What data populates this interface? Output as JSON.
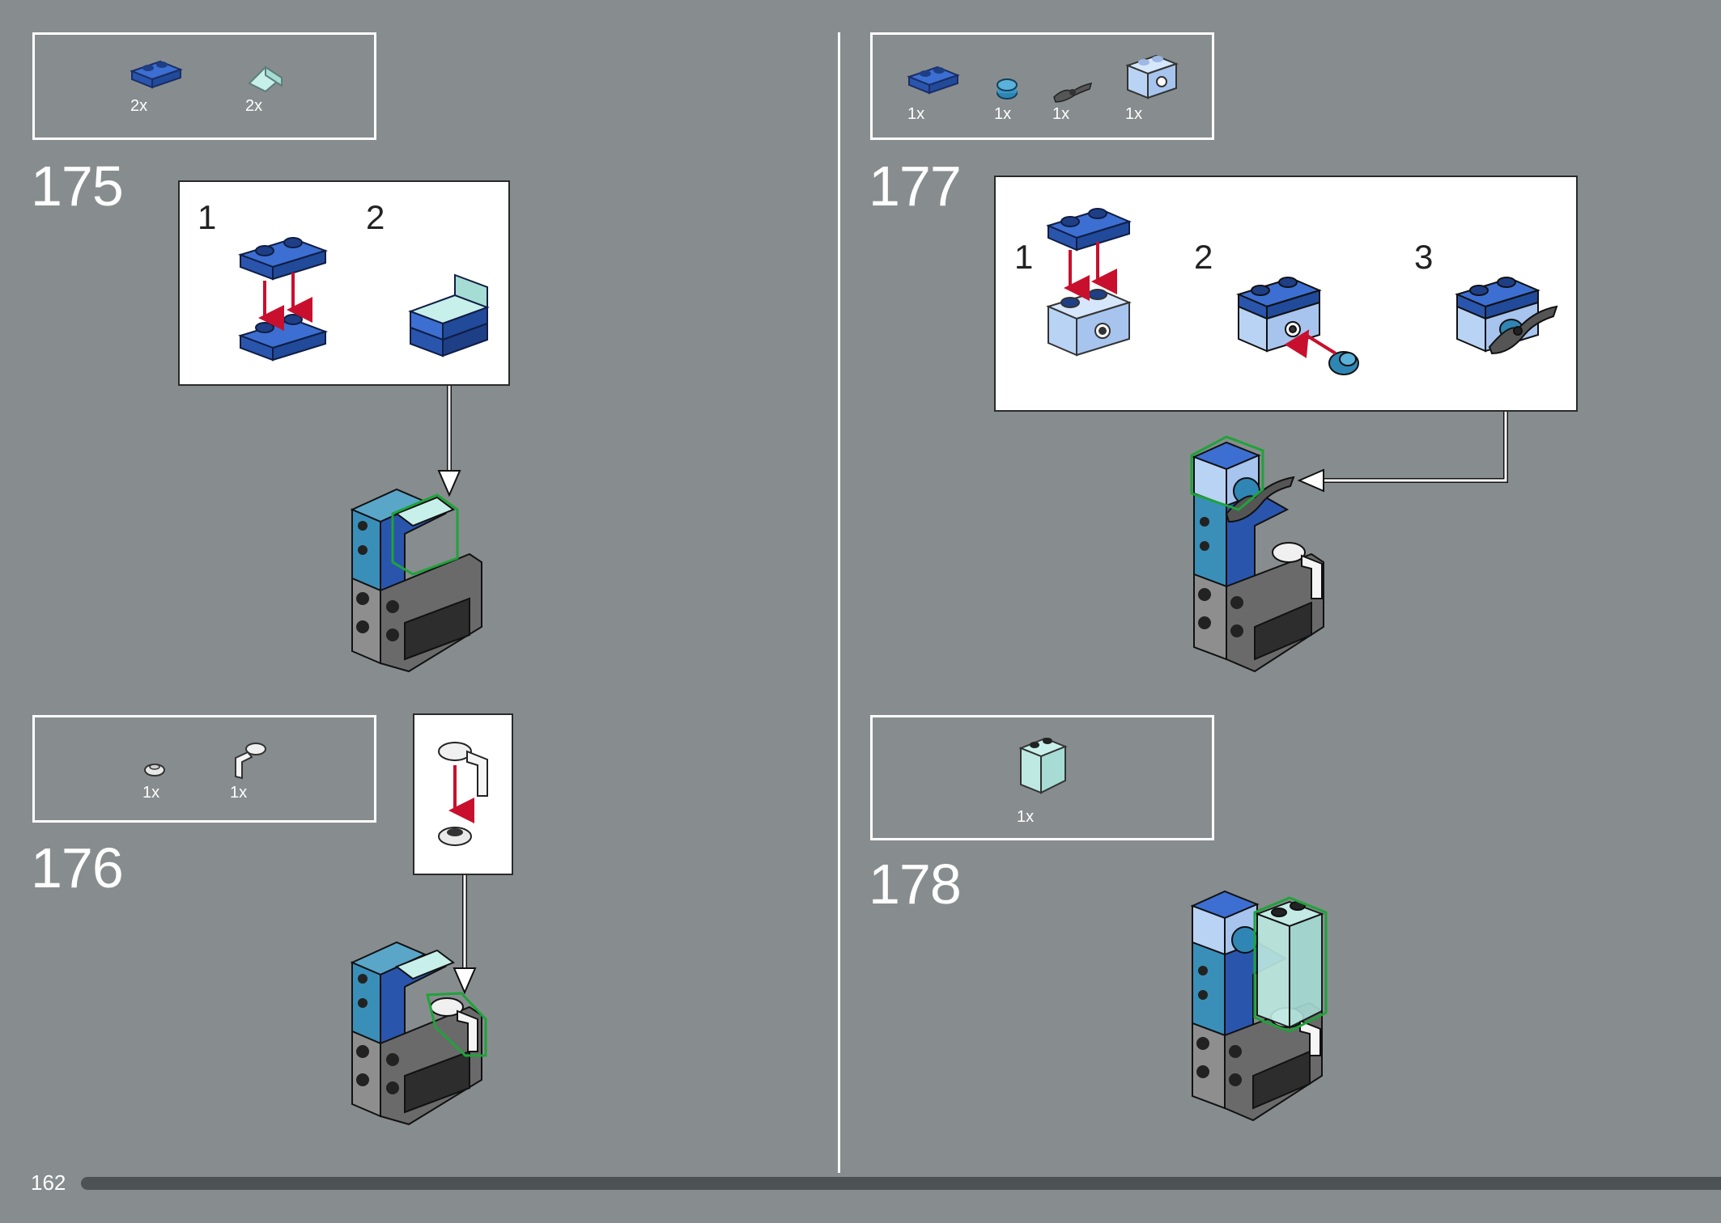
{
  "footer": {
    "page_number": "162"
  },
  "steps": [
    {
      "number": "175",
      "parts": [
        {
          "qty": "2x",
          "icon": "blue-plate-1x2-icon"
        },
        {
          "qty": "2x",
          "icon": "trans-slope-icon"
        }
      ],
      "sub_labels": [
        "1",
        "2"
      ]
    },
    {
      "number": "176",
      "parts": [
        {
          "qty": "1x",
          "icon": "round-plate-icon"
        },
        {
          "qty": "1x",
          "icon": "bar-holder-icon"
        }
      ]
    },
    {
      "number": "177",
      "parts": [
        {
          "qty": "1x",
          "icon": "blue-plate-1x2-icon"
        },
        {
          "qty": "1x",
          "icon": "round-brick-icon"
        },
        {
          "qty": "1x",
          "icon": "propeller-icon"
        },
        {
          "qty": "1x",
          "icon": "light-blue-brick-icon"
        }
      ],
      "sub_labels": [
        "1",
        "2",
        "3"
      ]
    },
    {
      "number": "178",
      "parts": [
        {
          "qty": "1x",
          "icon": "trans-panel-icon"
        }
      ]
    }
  ],
  "colors": {
    "background": "#878d8e",
    "blue": "#2f5fb8",
    "light_blue": "#b9d3f5",
    "trans_cyan": "#c7f0ea",
    "arrow_red": "#c8102e",
    "highlight_green": "#1fa33a"
  }
}
